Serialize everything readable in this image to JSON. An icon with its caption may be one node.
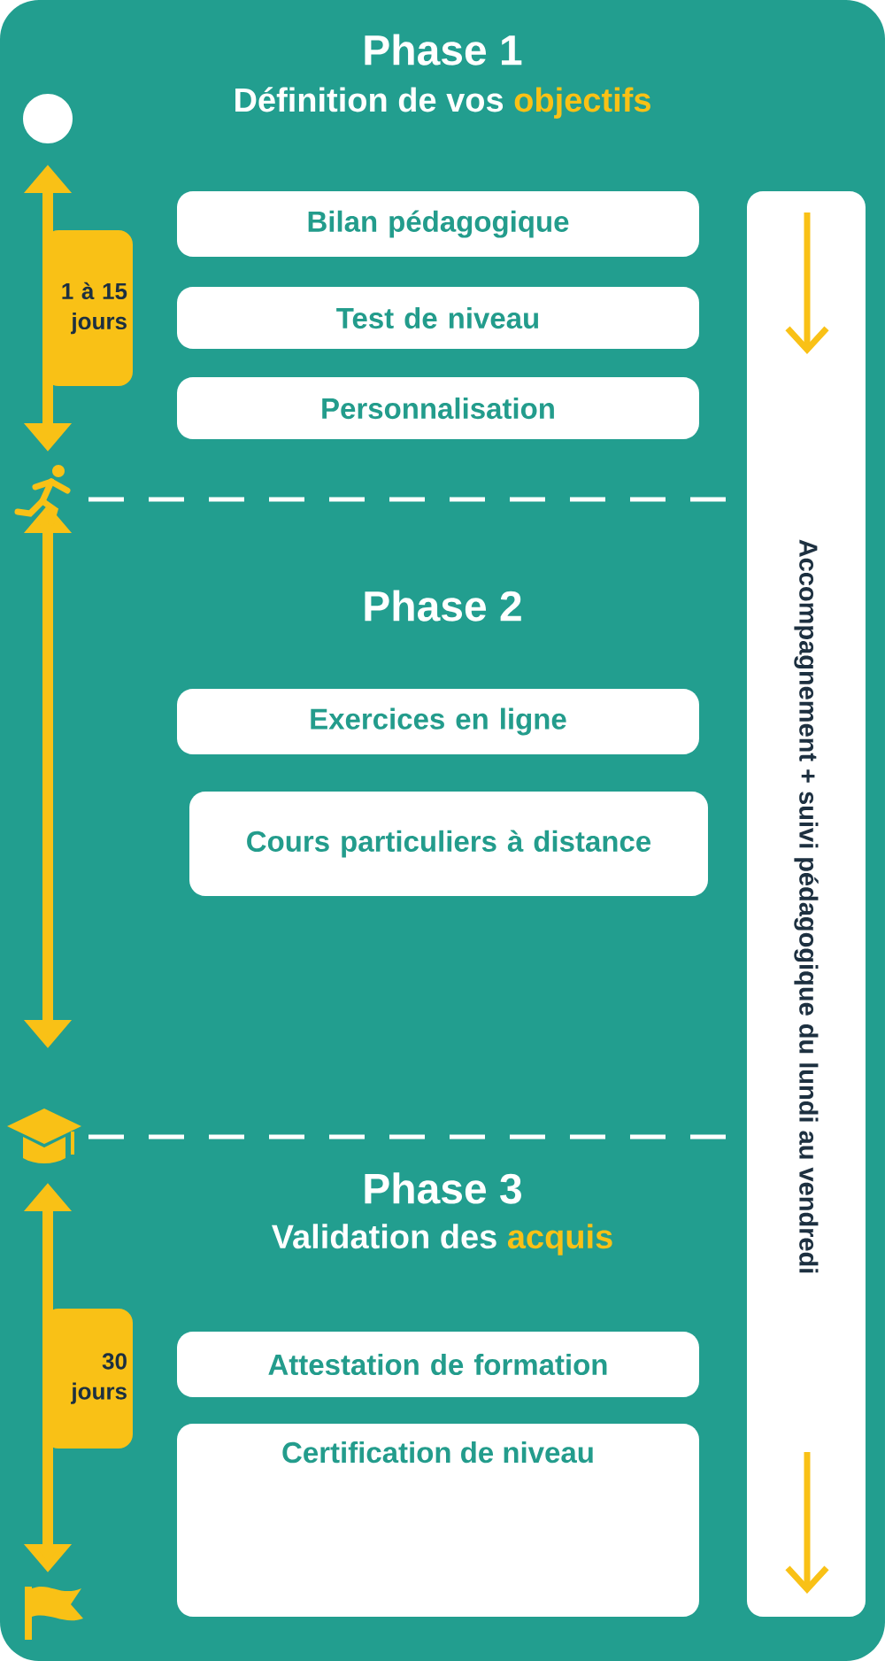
{
  "diagram": {
    "nodes": [
      {
        "text": [
          "Bilan pédagogique"
        ]
      },
      {
        "text": [
          "Test de niveau"
        ]
      },
      {
        "text": [
          "Personnalisation"
        ]
      },
      {
        "text": [
          "Exercices en ligne"
        ]
      },
      {
        "text": [
          "Cours particuliers à distance"
        ]
      },
      {
        "text": [
          "Attestation de formation"
        ]
      },
      {
        "text": [
          "Certification de niveau"
        ]
      },
      {
        "text": [
          "Accompagnement + suivi pédagogique du lundi au vendredi"
        ]
      },
      {
        "text": [
          "1 à 15 jours"
        ]
      },
      {
        "text": [
          "30 jours"
        ]
      }
    ],
    "labels": [
      "Phase 1",
      "Définition de vos",
      "objectifs",
      "Phase 2",
      "Phase 3",
      "Validation des",
      "acquis"
    ]
  }
}
